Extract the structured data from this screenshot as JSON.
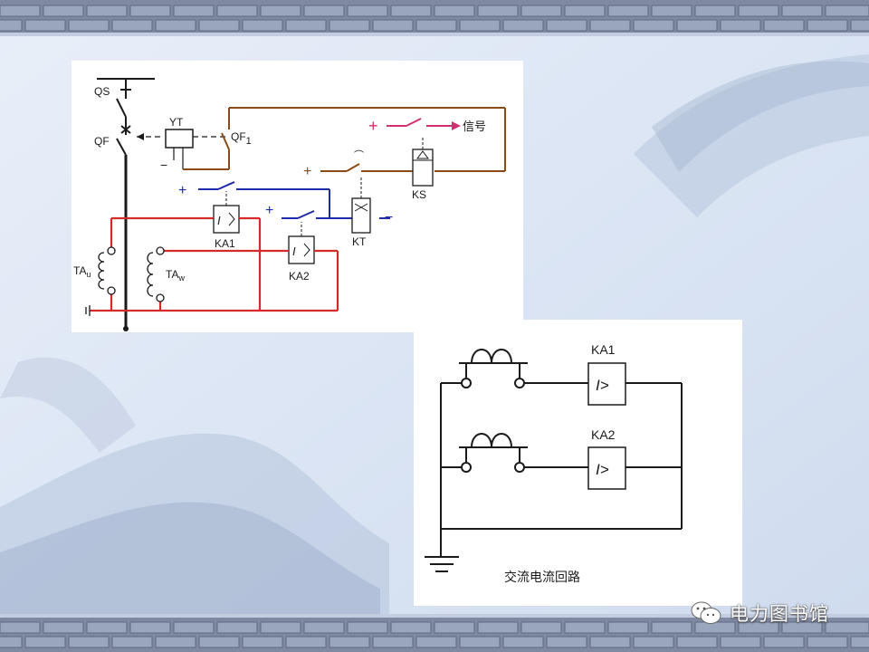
{
  "left_diagram": {
    "labels": {
      "qs": "QS",
      "qf": "QF",
      "yt": "YT",
      "qf1": "QF",
      "qf1_sub": "1",
      "ta_u": "TA",
      "ta_u_sub": "u",
      "ta_w": "TA",
      "ta_w_sub": "w",
      "ka1": "KA1",
      "ka2": "KA2",
      "kt": "KT",
      "ks": "KS",
      "signal": "信号",
      "relay_symbol": "I",
      "plus": "+",
      "minus": "−"
    },
    "colors": {
      "current_circuit": "#d42a2a",
      "timer_circuit": "#1f2aa8",
      "trip_circuit": "#8a4a16",
      "signal_circuit": "#d0306f",
      "primary": "#1a1a1a"
    }
  },
  "right_diagram": {
    "labels": {
      "ka1": "KA1",
      "ka2": "KA2",
      "relay_symbol": "I>",
      "caption": "交流电流回路"
    }
  },
  "watermark": {
    "text": "电力图书馆",
    "icon": "wechat-icon"
  }
}
